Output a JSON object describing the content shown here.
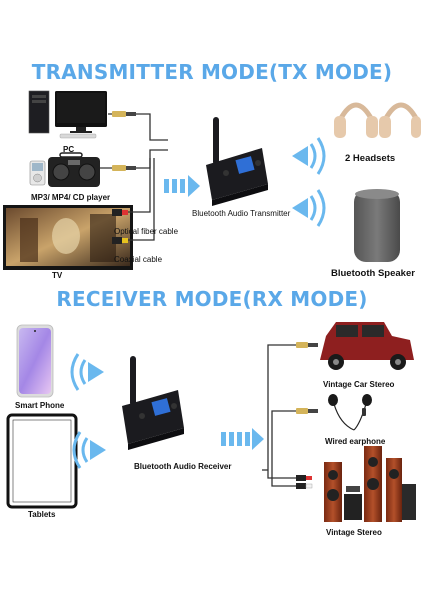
{
  "tx": {
    "heading": "TRANSMITTER MODE(TX MODE)",
    "sources": {
      "pc": "PC",
      "mp3": "MP3/ MP4/ CD player",
      "tv": "TV"
    },
    "cables": {
      "optical": "Optical fiber cable",
      "coaxial": "Coaxial cable"
    },
    "device": "Bluetooth Audio Transmitter",
    "outputs": {
      "headsets": "2 Headsets",
      "speaker": "Bluetooth Speaker"
    }
  },
  "rx": {
    "heading": "RECEIVER MODE(RX MODE)",
    "sources": {
      "phone": "Smart Phone",
      "tablet": "Tablets"
    },
    "device": "Bluetooth Audio Receiver",
    "outputs": {
      "car": "Vintage Car Stereo",
      "earphone": "Wired earphone",
      "stereo": "Vintage Stereo"
    }
  },
  "colors": {
    "heading": "#5aa8e8",
    "arrow": "#6ab8ee",
    "device": "#1b1b1f",
    "screen": "#2f6fd6"
  }
}
